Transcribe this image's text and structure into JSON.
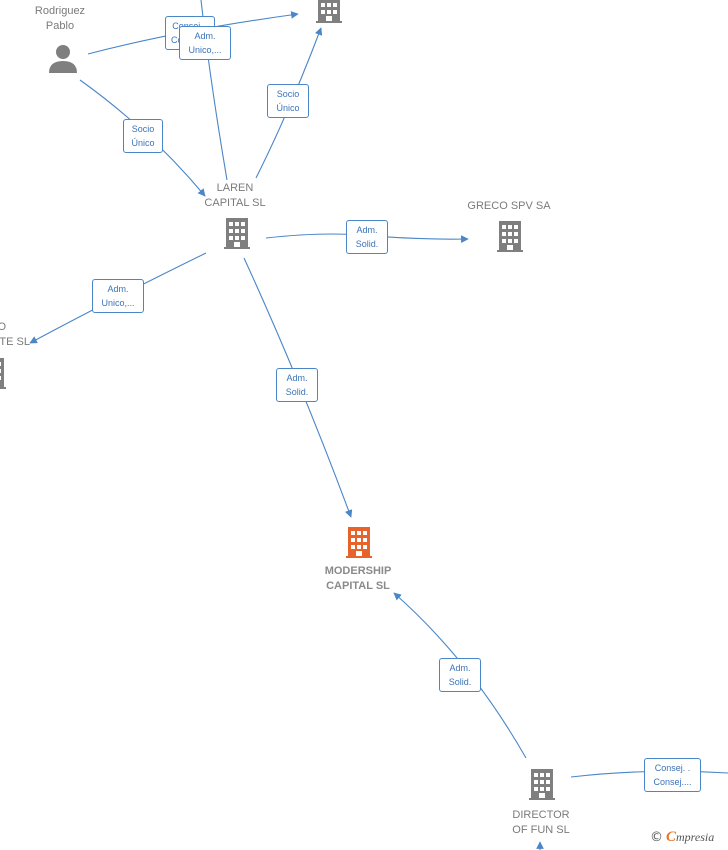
{
  "colors": {
    "edge": "#4a86c8",
    "building": "#7f7f7f",
    "highlight": "#e8622c",
    "person": "#7f7f7f"
  },
  "nodes": {
    "rodriguez": {
      "line1": "Rodriguez",
      "line2": "Pablo",
      "icon": "person-icon"
    },
    "laren": {
      "line1": "LAREN",
      "line2": "CAPITAL SL",
      "icon": "building-icon"
    },
    "greco": {
      "line1": "GRECO SPV SA",
      "icon": "building-icon"
    },
    "left_partial": {
      "line1": "O",
      "line2": "TE  SL",
      "icon": "building-icon"
    },
    "modership": {
      "line1": "MODERSHIP",
      "line2": "CAPITAL  SL",
      "icon": "building-icon"
    },
    "director": {
      "line1": "DIRECTOR",
      "line2": "OF FUN  SL",
      "icon": "building-icon"
    }
  },
  "edges": {
    "consej_top": {
      "line1": "Consej. .",
      "line2": "Consej...."
    },
    "adm_unico_top": {
      "line1": "Adm.",
      "line2": "Unico,..."
    },
    "socio_unico_right": {
      "line1": "Socio",
      "line2": "Único"
    },
    "socio_unico_left": {
      "line1": "Socio",
      "line2": "Único"
    },
    "adm_solid_greco": {
      "line1": "Adm.",
      "line2": "Solid."
    },
    "adm_unico_left": {
      "line1": "Adm.",
      "line2": "Unico,..."
    },
    "adm_solid_modership": {
      "line1": "Adm.",
      "line2": "Solid."
    },
    "adm_solid_director": {
      "line1": "Adm.",
      "line2": "Solid."
    },
    "consej_bottom": {
      "line1": "Consej. .",
      "line2": "Consej...."
    }
  },
  "footer": {
    "copyright": "©",
    "brand_initial": "C",
    "brand_rest": "mpresia"
  }
}
